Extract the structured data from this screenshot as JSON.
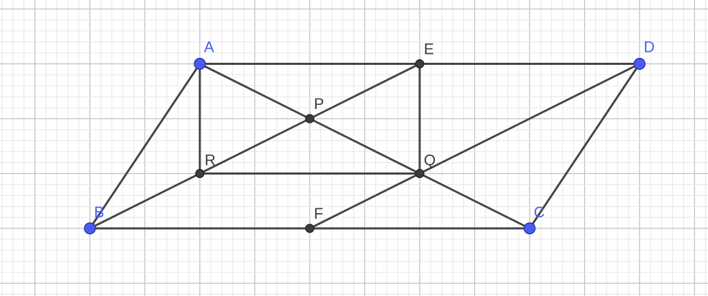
{
  "colors": {
    "background": "#ffffff",
    "grid_minor": "#e6e6e6",
    "grid_major": "#c0c0c0",
    "segment": "#444444",
    "free_point": "#4a5cf0",
    "dependent_point": "#3c3c3c",
    "free_label": "#4a5cf0",
    "dependent_label": "#3c3c3c"
  },
  "grid": {
    "major_every": 5
  },
  "points": [
    {
      "id": "A",
      "label": "A",
      "x": -2,
      "y": 3,
      "free": true
    },
    {
      "id": "B",
      "label": "B",
      "x": -4,
      "y": 0,
      "free": true
    },
    {
      "id": "C",
      "label": "C",
      "x": 4,
      "y": 0,
      "free": true
    },
    {
      "id": "D",
      "label": "D",
      "x": 6,
      "y": 3,
      "free": true
    },
    {
      "id": "E",
      "label": "E",
      "x": 2,
      "y": 3,
      "free": false
    },
    {
      "id": "F",
      "label": "F",
      "x": 0,
      "y": 0,
      "free": false
    },
    {
      "id": "P",
      "label": "P",
      "x": 0,
      "y": 2,
      "free": false
    },
    {
      "id": "Q",
      "label": "Q",
      "x": 2,
      "y": 1,
      "free": false
    },
    {
      "id": "R",
      "label": "R",
      "x": -2,
      "y": 1,
      "free": false
    }
  ],
  "segments": [
    [
      "A",
      "D"
    ],
    [
      "B",
      "C"
    ],
    [
      "A",
      "B"
    ],
    [
      "D",
      "C"
    ],
    [
      "A",
      "R"
    ],
    [
      "E",
      "Q"
    ],
    [
      "R",
      "Q"
    ],
    [
      "A",
      "C"
    ],
    [
      "B",
      "E"
    ],
    [
      "F",
      "D"
    ]
  ]
}
